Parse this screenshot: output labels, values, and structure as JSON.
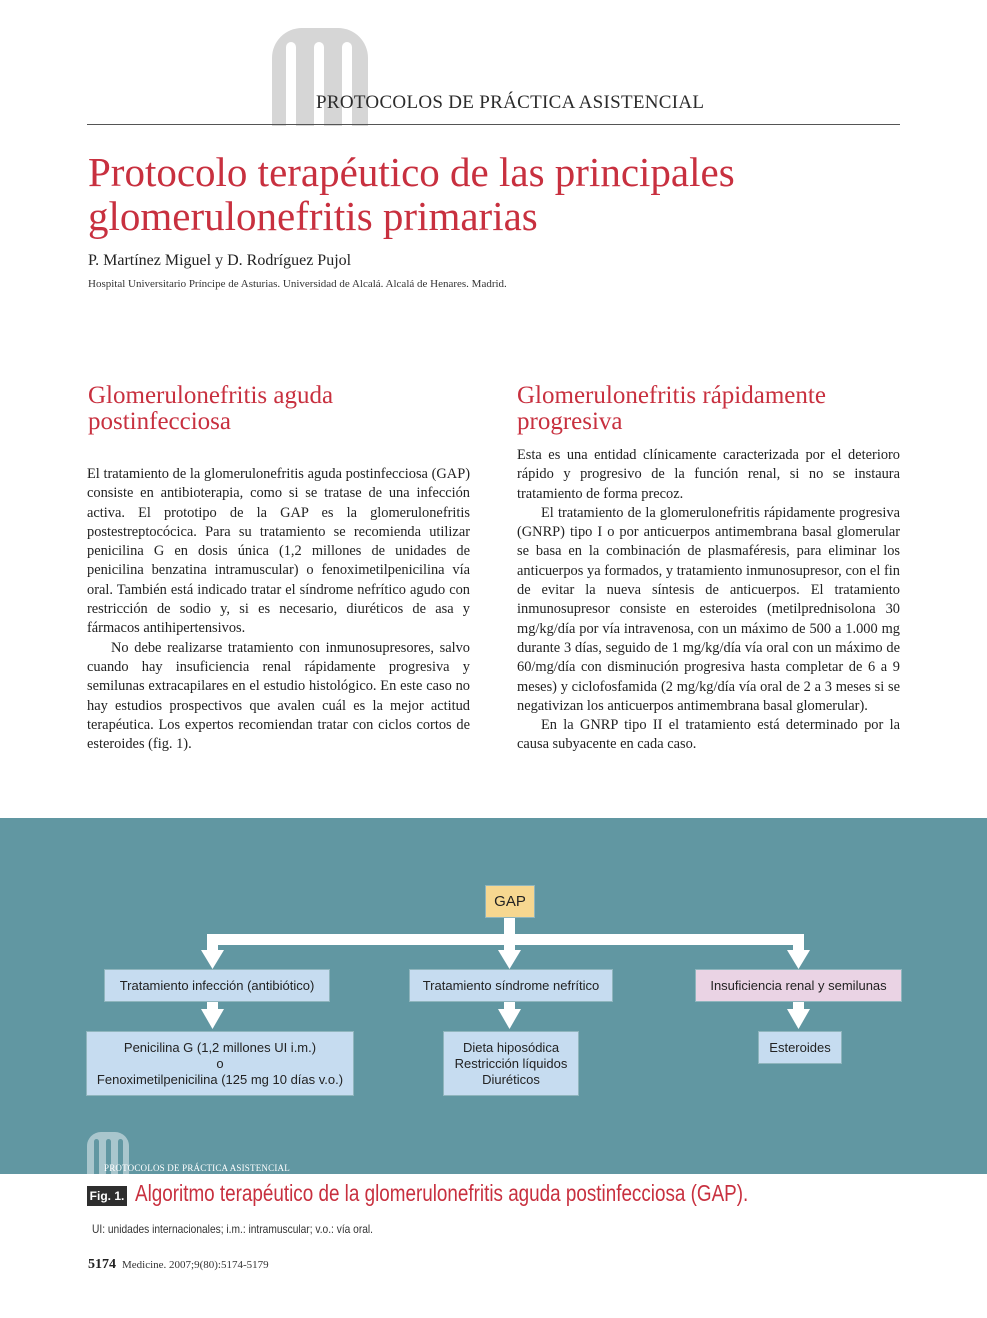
{
  "header": {
    "section_label": "PROTOCOLOS DE PRÁCTICA ASISTENCIAL",
    "logo_icon": "m-arches-logo"
  },
  "article": {
    "title": "Protocolo terapéutico de las principales glomerulonefritis primarias",
    "authors": "P. Martínez Miguel y D. Rodríguez Pujol",
    "affiliation": "Hospital Universitario Príncipe de Asturias. Universidad de Alcalá. Alcalá de Henares. Madrid."
  },
  "sections": [
    {
      "title": "Glomerulonefritis aguda postinfecciosa",
      "paragraphs": [
        "El tratamiento de la glomerulonefritis aguda postinfecciosa (GAP) consiste en antibioterapia, como si se tratase de una infección activa. El prototipo de la GAP es la glomerulonefritis postestreptocócica. Para su tratamiento se recomienda utilizar penicilina G en dosis única (1,2 millones de unidades de penicilina benzatina intramuscular) o fenoximetilpenicilina vía oral. También está indicado tratar el síndrome nefrítico agudo con restricción de sodio y, si es necesario, diuréticos de asa y fármacos antihipertensivos.",
        "No debe realizarse tratamiento con inmunosupresores, salvo cuando hay insuficiencia renal rápidamente progresiva y semilunas extracapilares en el estudio histológico. En este caso no hay estudios prospectivos que avalen cuál es la mejor actitud terapéutica. Los expertos recomiendan tratar con ciclos cortos de esteroides (fig. 1)."
      ]
    },
    {
      "title": "Glomerulonefritis rápidamente progresiva",
      "paragraphs": [
        "Esta es una entidad clínicamente caracterizada por el deterioro rápido y progresivo de la función renal, si no se instaura tratamiento de forma precoz.",
        "El tratamiento de la glomerulonefritis rápidamente progresiva (GNRP) tipo I o por anticuerpos antimembrana basal glomerular se basa en la combinación de plasmaféresis, para eliminar los anticuerpos ya formados, y tratamiento inmunosupresor, con el fin de evitar la nueva síntesis de anticuerpos. El tratamiento inmunosupresor consiste en esteroides (metilprednisolona 30 mg/kg/día por vía intravenosa, con un máximo de 500 a 1.000 mg durante 3 días, seguido de 1 mg/kg/día vía oral con un máximo de 60/mg/día con disminución progresiva hasta completar de 6 a 9 meses) y ciclofosfamida (2 mg/kg/día vía oral de 2 a 3 meses si se negativizan los anticuerpos antimembrana basal glomerular).",
        "En la GNRP tipo II el tratamiento está determinado por la causa subyacente en cada caso."
      ]
    }
  ],
  "figure": {
    "root": "GAP",
    "branches": [
      {
        "label": "Tratamiento infección (antibiótico)",
        "child": [
          "Penicilina G (1,2 millones UI i.m.)",
          "o",
          "Fenoximetilpenicilina (125 mg 10 días v.o.)"
        ]
      },
      {
        "label": "Tratamiento síndrome nefrítico",
        "child": [
          "Dieta hiposódica",
          "Restricción líquidos",
          "Diuréticos"
        ]
      },
      {
        "label": "Insuficiencia renal y semilunas",
        "child": [
          "Esteroides"
        ]
      }
    ],
    "watermark_label": "PROTOCOLOS DE PRÁCTICA ASISTENCIAL",
    "tag": "Fig. 1.",
    "caption": "Algoritmo terapéutico de la glomerulonefritis aguda postinfecciosa (GAP).",
    "note": "UI: unidades internacionales; i.m.: intramuscular; v.o.: vía oral.",
    "colors": {
      "panel": "#6197a2",
      "root": "#f6d790",
      "blue_node": "#c6dcf0",
      "pink_node": "#ead3e4",
      "arrow": "#ffffff",
      "title_red": "#c8303f"
    }
  },
  "footer": {
    "page_number": "5174",
    "journal": "Medicine. 2007;9(80):5174-5179"
  }
}
